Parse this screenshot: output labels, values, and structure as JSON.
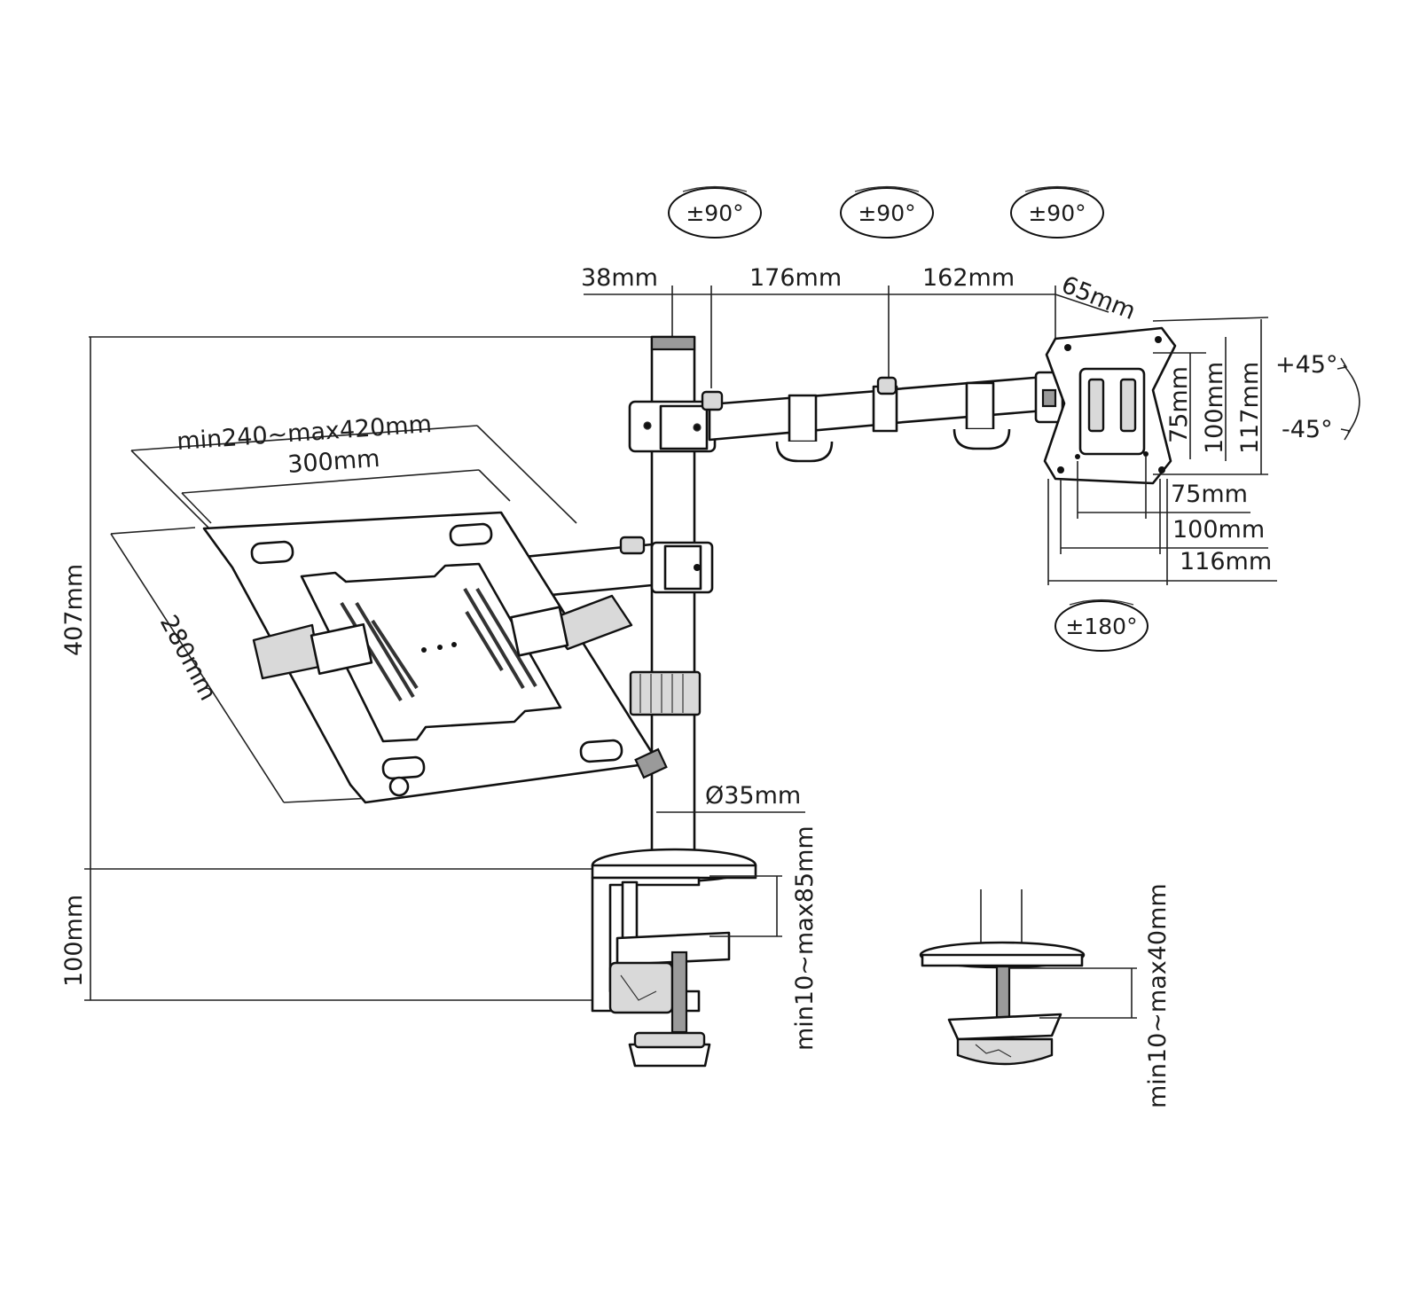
{
  "rotation": {
    "arm_joint_1": "±90°",
    "arm_joint_2": "±90°",
    "arm_joint_3": "±90°",
    "vesa_rotation": "±180°",
    "tilt_up": "+45°",
    "tilt_down": "-45°"
  },
  "arm": {
    "pole_offset": "38mm",
    "segment_1": "176mm",
    "segment_2": "162mm",
    "head_offset": "65mm"
  },
  "vesa": {
    "height_75": "75mm",
    "height_100": "100mm",
    "height_117": "117mm",
    "width_75": "75mm",
    "width_100": "100mm",
    "width_116": "116mm"
  },
  "laptop_tray": {
    "width_range": "min240~max420mm",
    "width": "300mm",
    "depth": "280mm"
  },
  "pole": {
    "height": "407mm",
    "diameter": "Ø35mm"
  },
  "clamp": {
    "clamp_height": "100mm",
    "clamp_range": "min10~max85mm",
    "grommet_range": "min10~max40mm"
  }
}
